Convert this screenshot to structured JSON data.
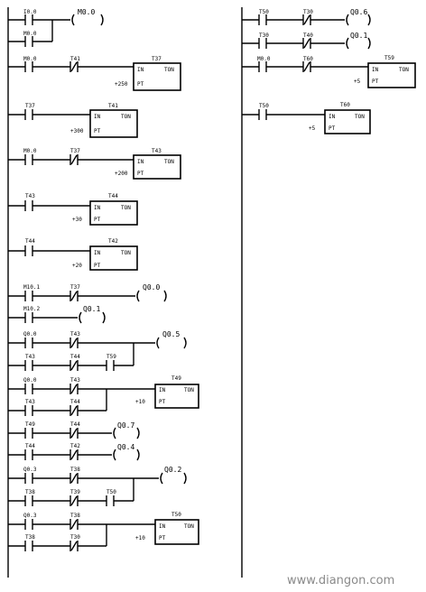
{
  "diagram": {
    "watermark": "www.diangon.com",
    "contacts": [
      {
        "label": "I0.0",
        "negated": false
      },
      {
        "label": "M0.0",
        "negated": false
      },
      {
        "label": "M0.0",
        "negated": false
      },
      {
        "label": "T41",
        "negated": true
      },
      {
        "label": "T37",
        "negated": false
      },
      {
        "label": "M0.0",
        "negated": false
      },
      {
        "label": "T37",
        "negated": true
      },
      {
        "label": "T43",
        "negated": false
      },
      {
        "label": "T44",
        "negated": false
      },
      {
        "label": "M10.1",
        "negated": false
      },
      {
        "label": "T37",
        "negated": true
      },
      {
        "label": "M10.2",
        "negated": false
      },
      {
        "label": "Q0.0",
        "negated": false
      },
      {
        "label": "T43",
        "negated": true
      },
      {
        "label": "T43",
        "negated": false
      },
      {
        "label": "T44",
        "negated": true
      },
      {
        "label": "T59",
        "negated": false
      },
      {
        "label": "Q0.0",
        "negated": false
      },
      {
        "label": "T43",
        "negated": true
      },
      {
        "label": "T43",
        "negated": false
      },
      {
        "label": "T44",
        "negated": true
      },
      {
        "label": "T49",
        "negated": false
      },
      {
        "label": "T44",
        "negated": true
      },
      {
        "label": "T44",
        "negated": false
      },
      {
        "label": "T42",
        "negated": true
      },
      {
        "label": "Q0.3",
        "negated": false
      },
      {
        "label": "T38",
        "negated": true
      },
      {
        "label": "T38",
        "negated": false
      },
      {
        "label": "T39",
        "negated": true
      },
      {
        "label": "T50",
        "negated": false
      },
      {
        "label": "Q0.3",
        "negated": false
      },
      {
        "label": "T38",
        "negated": true
      },
      {
        "label": "T38",
        "negated": false
      },
      {
        "label": "T30",
        "negated": true
      },
      {
        "label": "T50",
        "negated": false
      },
      {
        "label": "T30",
        "negated": true
      },
      {
        "label": "T30",
        "negated": false
      },
      {
        "label": "T40",
        "negated": true
      },
      {
        "label": "M0.0",
        "negated": false
      },
      {
        "label": "T60",
        "negated": true
      },
      {
        "label": "T50",
        "negated": false
      }
    ],
    "coils": [
      {
        "label": "M0.0"
      },
      {
        "label": "Q0.0"
      },
      {
        "label": "Q0.1"
      },
      {
        "label": "Q0.5"
      },
      {
        "label": "Q0.7"
      },
      {
        "label": "Q0.4"
      },
      {
        "label": "Q0.2"
      },
      {
        "label": "Q0.6"
      },
      {
        "label": "Q0.1"
      }
    ],
    "timers": [
      {
        "name": "T37",
        "in": "IN",
        "type": "TON",
        "pt": "PT",
        "preset": "+250"
      },
      {
        "name": "T41",
        "in": "IN",
        "type": "TON",
        "pt": "PT",
        "preset": "+300"
      },
      {
        "name": "T43",
        "in": "IN",
        "type": "TON",
        "pt": "PT",
        "preset": "+200"
      },
      {
        "name": "T44",
        "in": "IN",
        "type": "TON",
        "pt": "PT",
        "preset": "+30"
      },
      {
        "name": "T42",
        "in": "IN",
        "type": "TON",
        "pt": "PT",
        "preset": "+20"
      },
      {
        "name": "T49",
        "in": "IN",
        "type": "TON",
        "pt": "PT",
        "preset": "+10"
      },
      {
        "name": "T50",
        "in": "IN",
        "type": "TON",
        "pt": "PT",
        "preset": "+10"
      },
      {
        "name": "T59",
        "in": "IN",
        "type": "TON",
        "pt": "PT",
        "preset": "+5"
      },
      {
        "name": "T60",
        "in": "IN",
        "type": "TON",
        "pt": "PT",
        "preset": "+5"
      }
    ]
  }
}
